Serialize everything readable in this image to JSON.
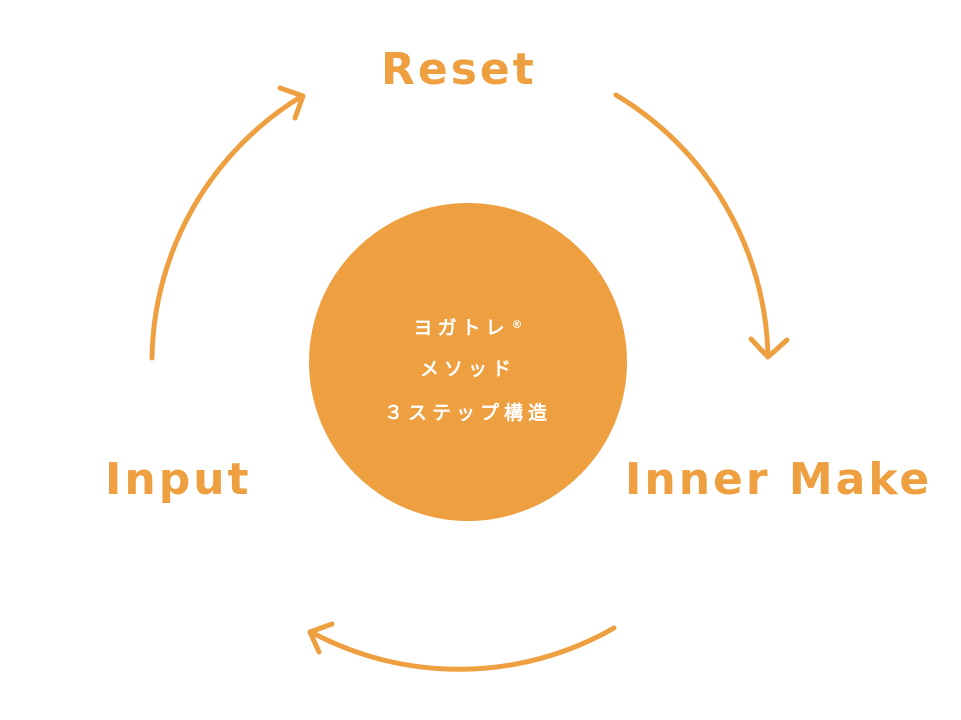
{
  "colors": {
    "accent": "#EE9F40",
    "background": "#FFFFFF",
    "center_text": "#FFFFFF"
  },
  "steps": {
    "reset": "Reset",
    "inner_make": "Inner Make",
    "input": "Input"
  },
  "center": {
    "line1": "ヨガトレ",
    "registered_mark": "®",
    "line2": "メソッド",
    "line3": "３ステップ構造"
  },
  "icons": [
    "arrow-reset-to-inner-make-icon",
    "arrow-inner-make-to-input-icon",
    "arrow-input-to-reset-icon"
  ]
}
